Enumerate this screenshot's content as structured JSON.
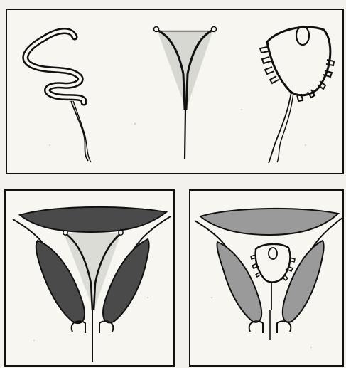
{
  "figure": {
    "panels": [
      {
        "id": "top",
        "devices": [
          "spiral-iud",
          "triangular-iud",
          "ring-iud"
        ]
      },
      {
        "id": "bottom-left",
        "content": "triangular-iud-in-uterus"
      },
      {
        "id": "bottom-right",
        "content": "ring-iud-in-uterus"
      }
    ],
    "colors": {
      "ink": "#111111",
      "paper": "#f7f6f1",
      "tissue_dark": "#4a4a4a",
      "tissue_light": "#9a9a9a",
      "cavity_fill": "#cfcfcf"
    }
  }
}
